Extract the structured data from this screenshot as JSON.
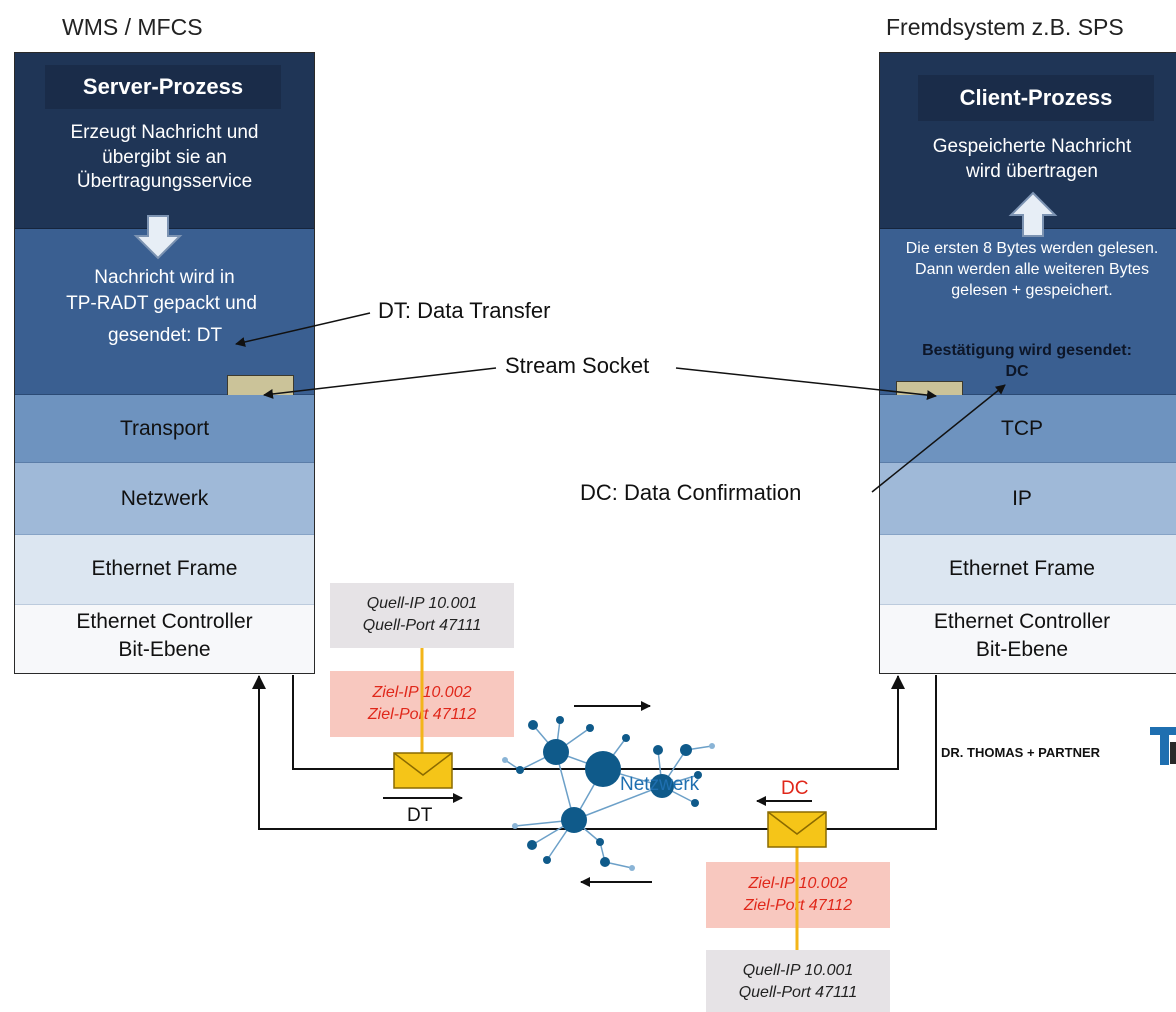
{
  "left_stack": {
    "title": "WMS / MFCS",
    "process_title": "Server-Prozess",
    "process_text": "Erzeugt Nachricht und übergibt sie an Übertragungsservice",
    "app_text_1": "Nachricht wird in",
    "app_text_2": "TP-RADT gepackt und",
    "app_text_3": "gesendet: DT",
    "transport": "Transport",
    "network": "Netzwerk",
    "ethernet_frame": "Ethernet Frame",
    "controller_1": "Ethernet Controller",
    "controller_2": "Bit-Ebene"
  },
  "right_stack": {
    "title": "Fremdsystem z.B. SPS",
    "process_title": "Client-Prozess",
    "process_text": "Gespeicherte Nachricht wird übertragen",
    "app_text": "Die ersten 8 Bytes werden gelesen. Dann werden alle weiteren Bytes gelesen + gespeichert.",
    "app_bold_1": "Bestätigung wird gesendet:",
    "app_bold_2": "DC",
    "transport": "TCP",
    "network": "IP",
    "ethernet_frame": "Ethernet Frame",
    "controller_1": "Ethernet Controller",
    "controller_2": "Bit-Ebene"
  },
  "annotations": {
    "dt": "DT: Data Transfer",
    "stream_socket": "Stream Socket",
    "dc": "DC: Data Confirmation"
  },
  "packets": {
    "top_source_1": "Quell-IP 10.001",
    "top_source_2": "Quell-Port 47111",
    "top_dest_1": "Ziel-IP 10.002",
    "top_dest_2": "Ziel-Port 47112",
    "bottom_dest_1": "Ziel-IP 10.002",
    "bottom_dest_2": "Ziel-Port 47112",
    "bottom_source_1": "Quell-IP 10.001",
    "bottom_source_2": "Quell-Port 47111"
  },
  "network": {
    "label": "Netzwerk",
    "dt_label": "DT",
    "dc_label": "DC"
  },
  "logo": {
    "text": "DR. THOMAS + PARTNER"
  },
  "colors": {
    "process_dark": "#1f3556",
    "application": "#3a5f91",
    "transport": "#6e93bf",
    "network_layer": "#9fb9d8",
    "ethernet": "#dce6f1",
    "envelope": "#f5c518",
    "red_text": "#e0271a",
    "network_node": "#0f5a8a"
  }
}
